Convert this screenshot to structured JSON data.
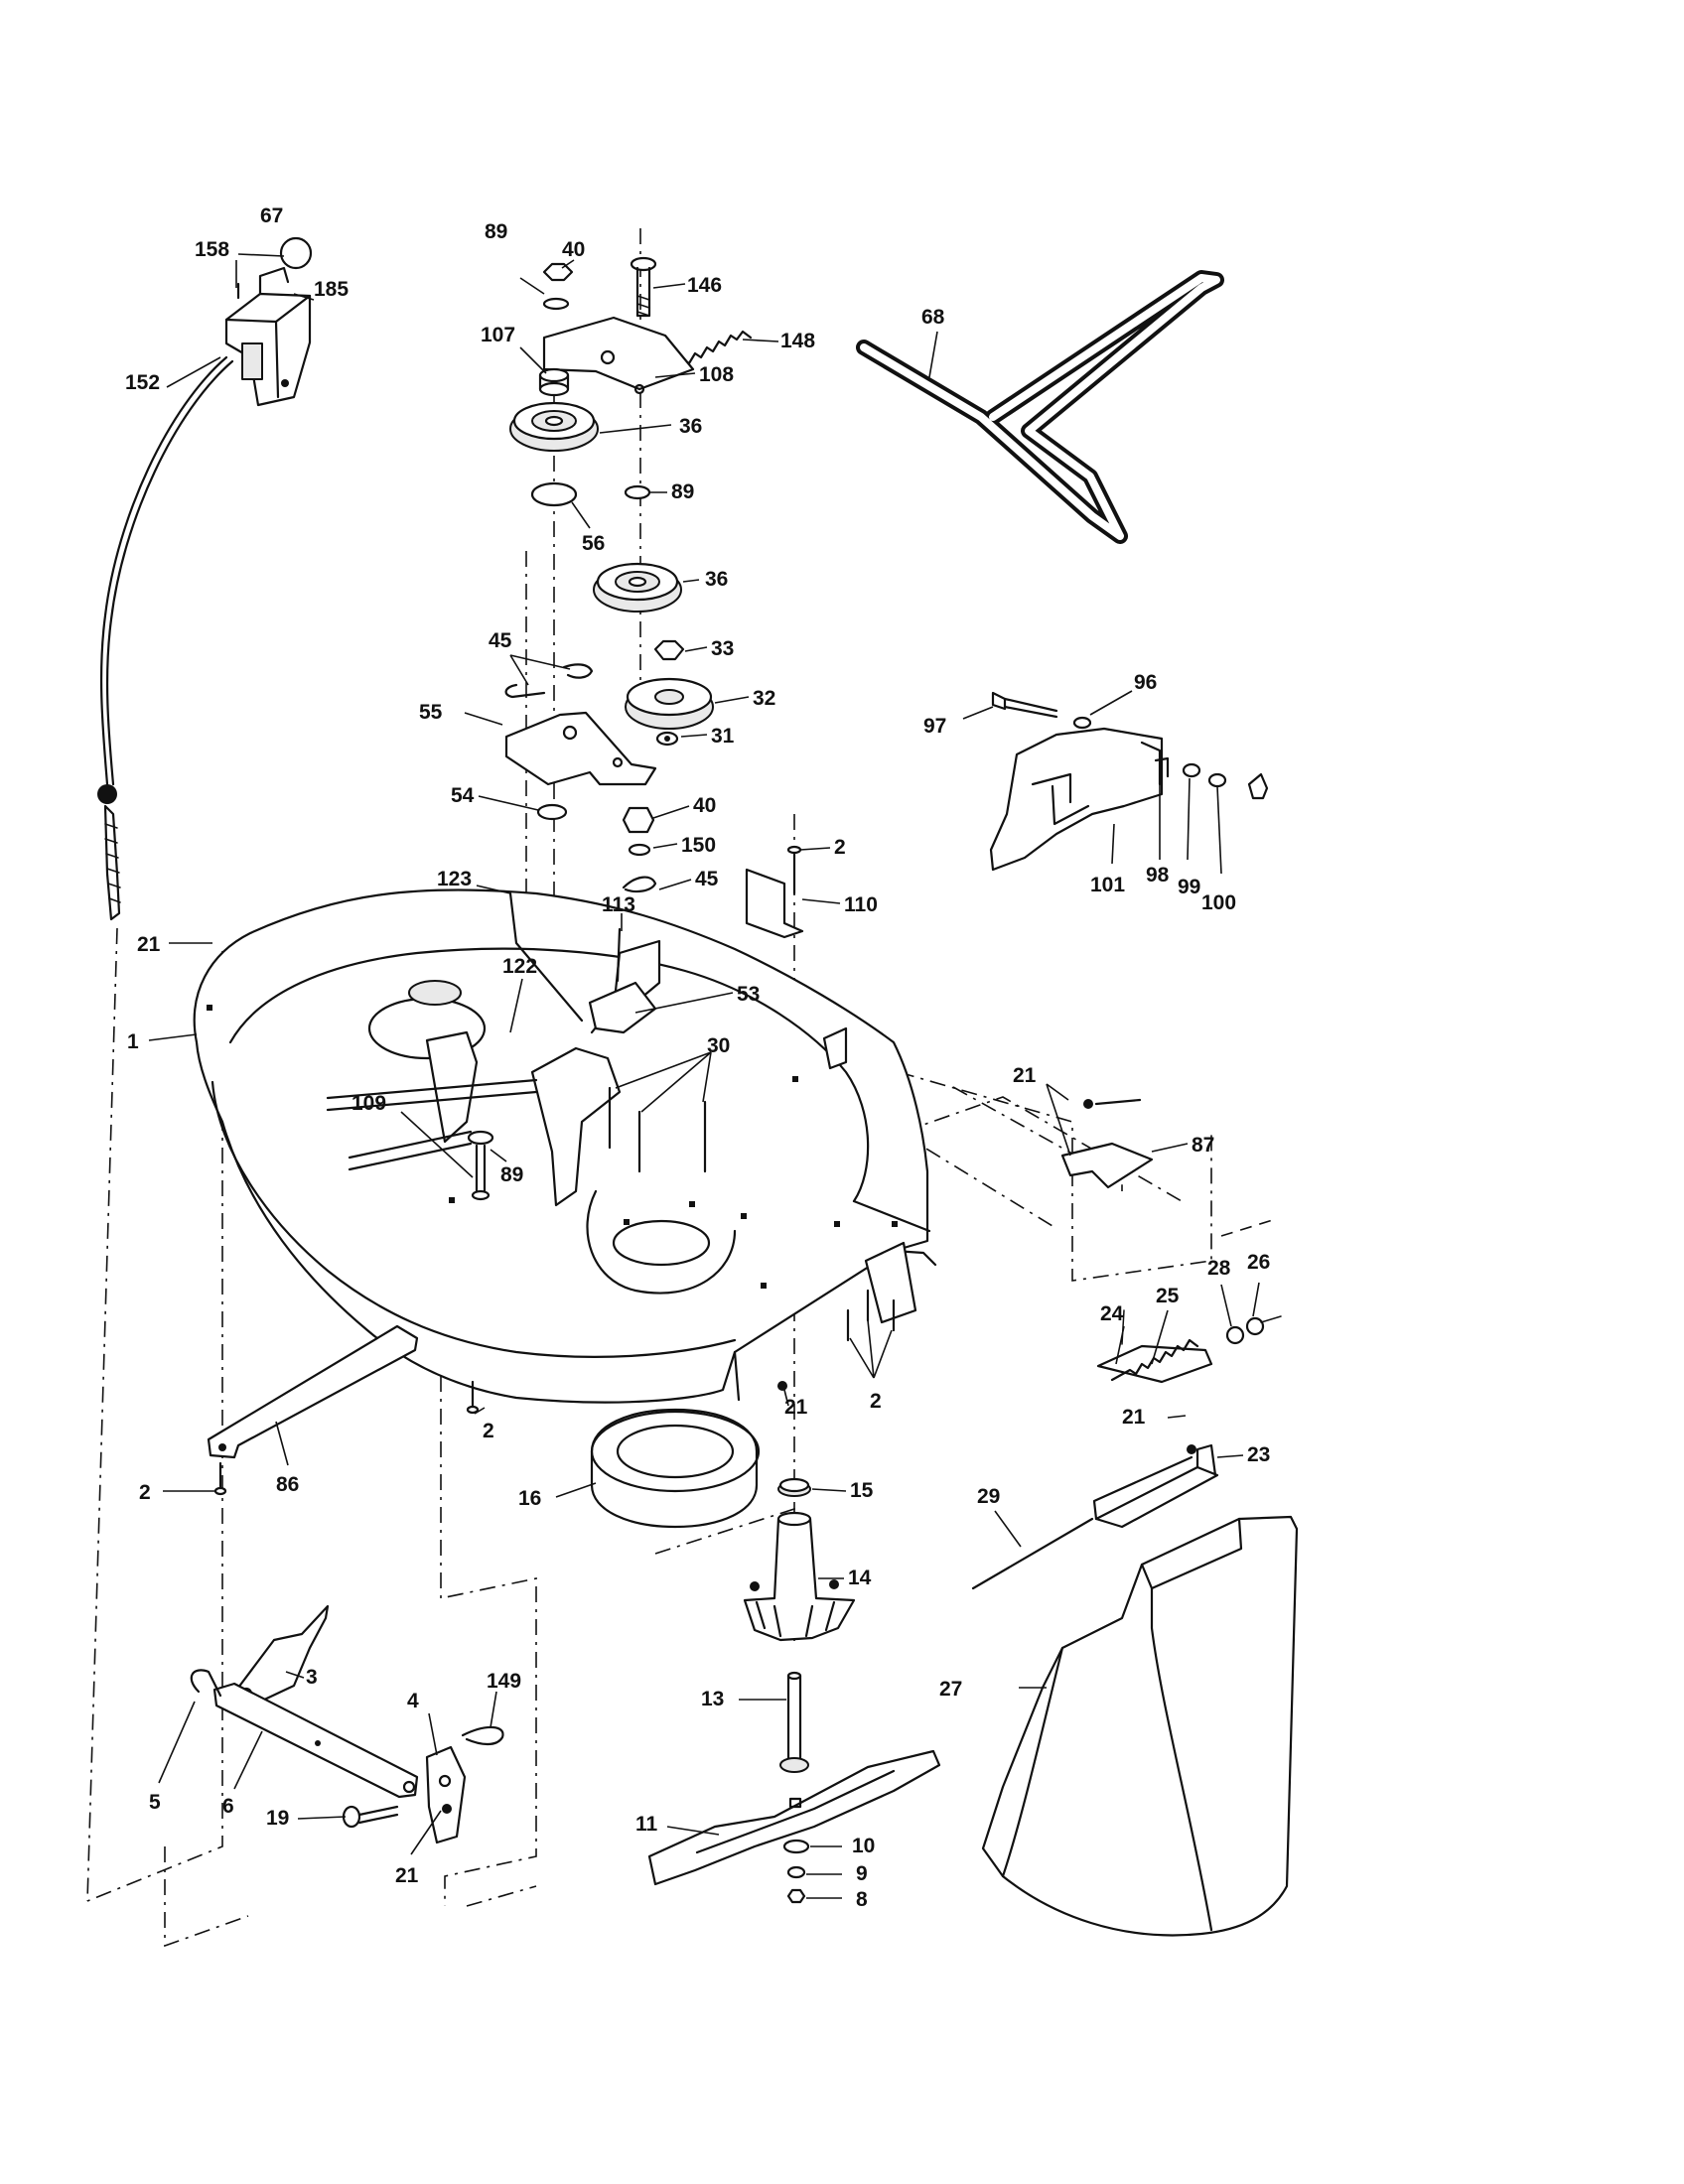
{
  "diagram": {
    "callouts": [
      {
        "id": "c67",
        "label": "67"
      },
      {
        "id": "c158",
        "label": "158"
      },
      {
        "id": "c185",
        "label": "185"
      },
      {
        "id": "c152",
        "label": "152"
      },
      {
        "id": "c89a",
        "label": "89"
      },
      {
        "id": "c40a",
        "label": "40"
      },
      {
        "id": "c146",
        "label": "146"
      },
      {
        "id": "c107",
        "label": "107"
      },
      {
        "id": "c148",
        "label": "148"
      },
      {
        "id": "c108",
        "label": "108"
      },
      {
        "id": "c36a",
        "label": "36"
      },
      {
        "id": "c89b",
        "label": "89"
      },
      {
        "id": "c56",
        "label": "56"
      },
      {
        "id": "c36b",
        "label": "36"
      },
      {
        "id": "c68",
        "label": "68"
      },
      {
        "id": "c45a",
        "label": "45"
      },
      {
        "id": "c33",
        "label": "33"
      },
      {
        "id": "c32",
        "label": "32"
      },
      {
        "id": "c55",
        "label": "55"
      },
      {
        "id": "c31",
        "label": "31"
      },
      {
        "id": "c96",
        "label": "96"
      },
      {
        "id": "c97",
        "label": "97"
      },
      {
        "id": "c54",
        "label": "54"
      },
      {
        "id": "c40b",
        "label": "40"
      },
      {
        "id": "c150",
        "label": "150"
      },
      {
        "id": "c2a",
        "label": "2"
      },
      {
        "id": "c123",
        "label": "123"
      },
      {
        "id": "c45b",
        "label": "45"
      },
      {
        "id": "c110",
        "label": "110"
      },
      {
        "id": "c101",
        "label": "101"
      },
      {
        "id": "c98",
        "label": "98"
      },
      {
        "id": "c99",
        "label": "99"
      },
      {
        "id": "c100",
        "label": "100"
      },
      {
        "id": "c21a",
        "label": "21"
      },
      {
        "id": "c113",
        "label": "113"
      },
      {
        "id": "c122",
        "label": "122"
      },
      {
        "id": "c53",
        "label": "53"
      },
      {
        "id": "c1",
        "label": "1"
      },
      {
        "id": "c30",
        "label": "30"
      },
      {
        "id": "c21b",
        "label": "21"
      },
      {
        "id": "c87",
        "label": "87"
      },
      {
        "id": "c109",
        "label": "109"
      },
      {
        "id": "c89c",
        "label": "89"
      },
      {
        "id": "c24",
        "label": "24"
      },
      {
        "id": "c25",
        "label": "25"
      },
      {
        "id": "c28",
        "label": "28"
      },
      {
        "id": "c26",
        "label": "26"
      },
      {
        "id": "c21c",
        "label": "21"
      },
      {
        "id": "c2b",
        "label": "2"
      },
      {
        "id": "c2c",
        "label": "2"
      },
      {
        "id": "c21d",
        "label": "21"
      },
      {
        "id": "c23",
        "label": "23"
      },
      {
        "id": "c2d",
        "label": "2"
      },
      {
        "id": "c86",
        "label": "86"
      },
      {
        "id": "c16",
        "label": "16"
      },
      {
        "id": "c15",
        "label": "15"
      },
      {
        "id": "c29",
        "label": "29"
      },
      {
        "id": "c14",
        "label": "14"
      },
      {
        "id": "c3",
        "label": "3"
      },
      {
        "id": "c149",
        "label": "149"
      },
      {
        "id": "c4",
        "label": "4"
      },
      {
        "id": "c27",
        "label": "27"
      },
      {
        "id": "c13",
        "label": "13"
      },
      {
        "id": "c5",
        "label": "5"
      },
      {
        "id": "c6",
        "label": "6"
      },
      {
        "id": "c11",
        "label": "11"
      },
      {
        "id": "c10",
        "label": "10"
      },
      {
        "id": "c19",
        "label": "19"
      },
      {
        "id": "c21e",
        "label": "21"
      },
      {
        "id": "c9",
        "label": "9"
      },
      {
        "id": "c8",
        "label": "8"
      }
    ]
  }
}
